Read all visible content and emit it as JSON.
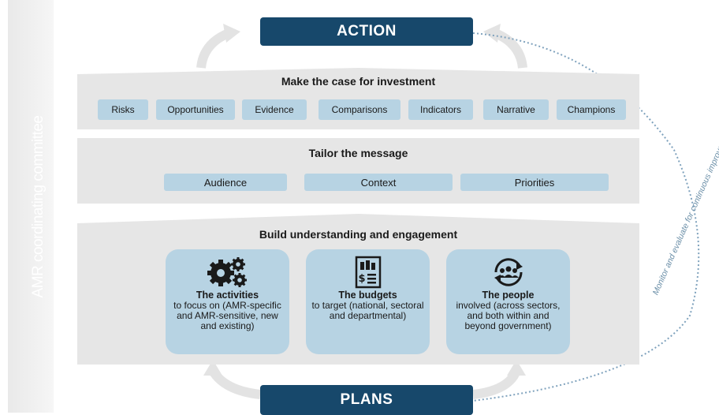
{
  "sidebar": {
    "label": "AMR coordinating committee"
  },
  "top_banner": {
    "label": "ACTION"
  },
  "bottom_banner": {
    "label": "PLANS"
  },
  "cycle": {
    "label": "Monitor and evaluate for continuous improvement"
  },
  "band_invest": {
    "title": "Make the case for investment",
    "items": [
      "Risks",
      "Opportunities",
      "Evidence",
      "Comparisons",
      "Indicators",
      "Narrative",
      "Champions"
    ]
  },
  "band_message": {
    "title": "Tailor the message",
    "items": [
      "Audience",
      "Context",
      "Priorities"
    ]
  },
  "band_build": {
    "title": "Build understanding and engagement",
    "cards": [
      {
        "icon": "gears-icon",
        "title": "The activities",
        "body": "to focus on (AMR-specific and AMR-sensitive, new and existing)"
      },
      {
        "icon": "budget-document-icon",
        "title": "The budgets",
        "body": "to target (national, sectoral and departmental)"
      },
      {
        "icon": "people-cycle-icon",
        "title": "The people",
        "body": "involved (across sectors, and both within and beyond government)"
      }
    ]
  },
  "colors": {
    "banner": "#17486b",
    "pill": "#b7d3e3",
    "band": "#e6e6e6",
    "dotted_line": "#7fa2bd"
  }
}
